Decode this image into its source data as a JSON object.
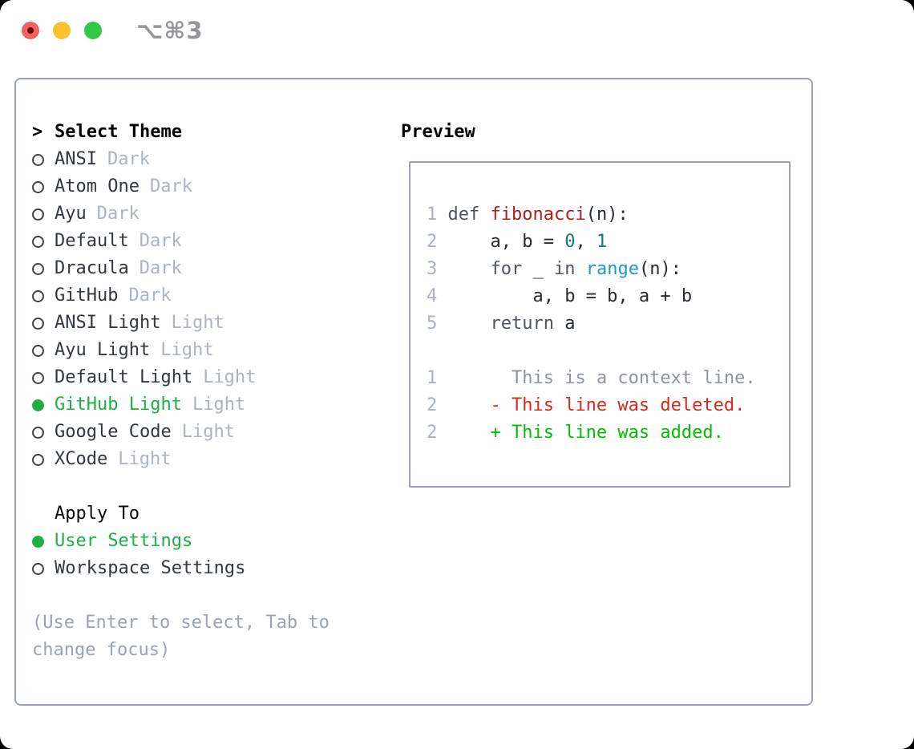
{
  "window": {
    "shortcut": "⌥⌘3",
    "traffic_lights": [
      {
        "name": "close",
        "color": "#f2625c"
      },
      {
        "name": "minimize",
        "color": "#fbc12e"
      },
      {
        "name": "zoom",
        "color": "#31c843"
      }
    ]
  },
  "theme_panel": {
    "prompt": ">",
    "title": "Select Theme",
    "themes": [
      {
        "name": "ANSI",
        "badge": "Dark",
        "selected": false
      },
      {
        "name": "Atom One",
        "badge": "Dark",
        "selected": false
      },
      {
        "name": "Ayu",
        "badge": "Dark",
        "selected": false
      },
      {
        "name": "Default",
        "badge": "Dark",
        "selected": false
      },
      {
        "name": "Dracula",
        "badge": "Dark",
        "selected": false
      },
      {
        "name": "GitHub",
        "badge": "Dark",
        "selected": false
      },
      {
        "name": "ANSI Light",
        "badge": "Light",
        "selected": false
      },
      {
        "name": "Ayu Light",
        "badge": "Light",
        "selected": false
      },
      {
        "name": "Default Light",
        "badge": "Light",
        "selected": false
      },
      {
        "name": "GitHub Light",
        "badge": "Light",
        "selected": true
      },
      {
        "name": "Google Code",
        "badge": "Light",
        "selected": false
      },
      {
        "name": "XCode",
        "badge": "Light",
        "selected": false
      }
    ],
    "apply_to": {
      "title": "Apply To",
      "options": [
        {
          "name": "User Settings",
          "selected": true
        },
        {
          "name": "Workspace Settings",
          "selected": false
        }
      ]
    },
    "hint_lines": [
      "(Use Enter to select, Tab to",
      "change focus)"
    ]
  },
  "preview": {
    "title": "Preview",
    "lines": [
      {
        "num": "1",
        "segments": [
          {
            "t": "def ",
            "c": "keyword"
          },
          {
            "t": "fibonacci",
            "c": "function"
          },
          {
            "t": "(n):",
            "c": "plain"
          }
        ]
      },
      {
        "num": "2",
        "segments": [
          {
            "t": "    a, b = ",
            "c": "plain"
          },
          {
            "t": "0",
            "c": "number"
          },
          {
            "t": ", ",
            "c": "plain"
          },
          {
            "t": "1",
            "c": "number"
          }
        ]
      },
      {
        "num": "3",
        "segments": [
          {
            "t": "    ",
            "c": "plain"
          },
          {
            "t": "for ",
            "c": "keyword"
          },
          {
            "t": "_ ",
            "c": "plain"
          },
          {
            "t": "in ",
            "c": "keyword"
          },
          {
            "t": "range",
            "c": "builtin"
          },
          {
            "t": "(n):",
            "c": "plain"
          }
        ]
      },
      {
        "num": "4",
        "segments": [
          {
            "t": "        a, b = b, a + b",
            "c": "plain"
          }
        ]
      },
      {
        "num": "5",
        "segments": [
          {
            "t": "    ",
            "c": "plain"
          },
          {
            "t": "return ",
            "c": "keyword"
          },
          {
            "t": "a",
            "c": "plain"
          }
        ]
      },
      {
        "num": "",
        "segments": []
      },
      {
        "num": "1",
        "segments": [
          {
            "t": "      This is a context line.",
            "c": "context"
          }
        ]
      },
      {
        "num": "2",
        "segments": [
          {
            "t": "    - This line was deleted.",
            "c": "deleted"
          }
        ]
      },
      {
        "num": "2",
        "segments": [
          {
            "t": "    + This line was added.",
            "c": "added"
          }
        ]
      }
    ]
  },
  "colors": {
    "selected_green": "#1eb044",
    "item_text": "#32383f",
    "badge_gray": "#abb4c0",
    "hint_gray": "#9aa3ae",
    "panel_border": "#9aa2ae",
    "lineno": "#a9b2be",
    "plain": "#262c33",
    "keyword": "#4d5560",
    "function": "#b02016",
    "builtin": "#1f95d4",
    "number": "#0f7d74",
    "context": "#8d949c",
    "deleted": "#d42b1d",
    "added": "#02bf02"
  }
}
